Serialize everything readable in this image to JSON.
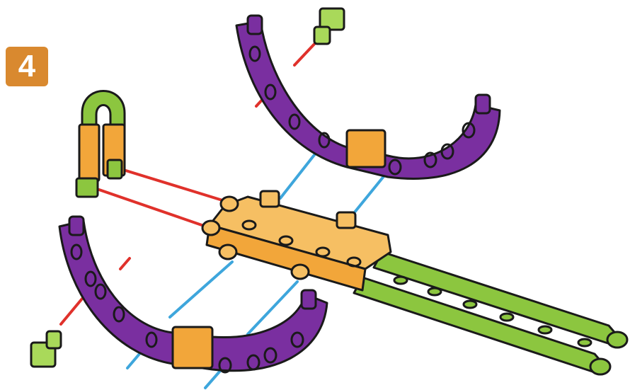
{
  "step": {
    "number": "4"
  },
  "colors": {
    "badge": "#d9892f",
    "purple": "#7a2fa0",
    "purple_dark": "#5b1f7c",
    "orange": "#f2a63a",
    "orange_light": "#f6bf63",
    "green": "#8cc63f",
    "green_light": "#a9d95a",
    "red_line": "#e0312b",
    "blue_line": "#3ea6dc",
    "outline": "#1a1a1a"
  },
  "parts": {
    "upper_arc": "purple-half-ring-upper",
    "lower_arc": "purple-half-ring-lower",
    "u_bend": "green-u-bend-with-orange-connectors",
    "center_block": "orange-hub-connectors",
    "long_rods": "green-long-rods",
    "pegs": "green-square-pegs"
  }
}
